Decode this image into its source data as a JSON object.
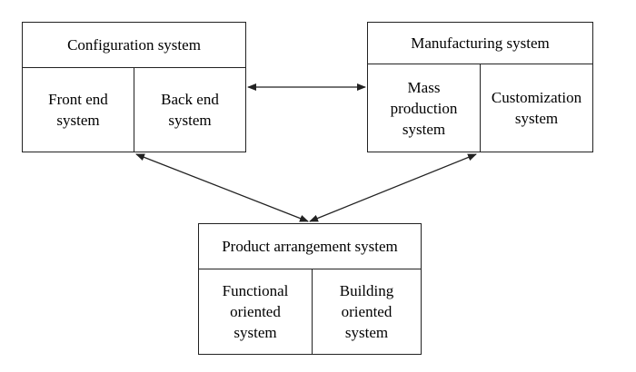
{
  "configuration": {
    "title": "Configuration system",
    "front_end": "Front end\nsystem",
    "back_end": "Back end\nsystem"
  },
  "manufacturing": {
    "title": "Manufacturing system",
    "mass_production": "Mass\nproduction\nsystem",
    "customization": "Customization\nsystem"
  },
  "product": {
    "title": "Product arrangement system",
    "functional": "Functional\noriented\nsystem",
    "building": "Building\noriented\nsystem"
  }
}
